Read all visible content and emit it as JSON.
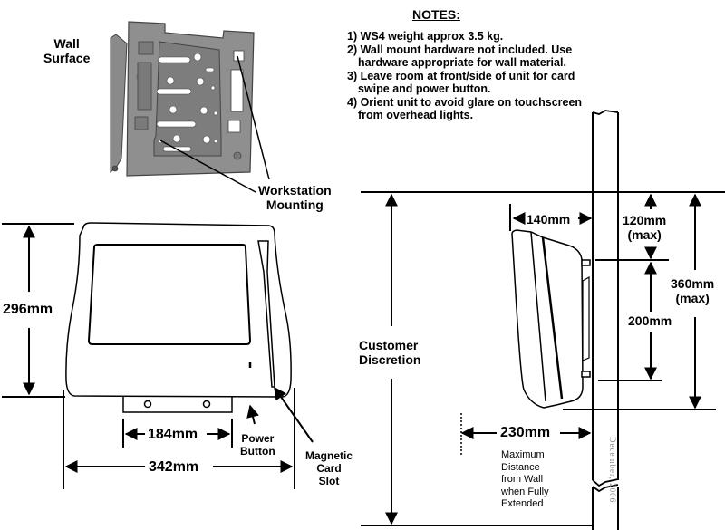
{
  "notes": {
    "title": "NOTES:",
    "items": [
      {
        "label": "1) WS4 weight approx 3.5 kg."
      },
      {
        "label": "2) Wall mount hardware not included. Use hardware appropriate for wall material."
      },
      {
        "label": "3) Leave room at front/side of unit for card swipe and power button."
      },
      {
        "label": "4) Orient unit to avoid glare on touchscreen from overhead lights."
      }
    ]
  },
  "bracket": {
    "wall_surface_label": "Wall\nSurface",
    "workstation_mounting_label": "Workstation\nMounting",
    "color_fill": "#8f8f8f",
    "color_face": "#7d7d7d"
  },
  "front_view": {
    "height_label": "296mm",
    "width_label": "342mm",
    "mount_width_label": "184mm",
    "power_button_label": "Power\nButton",
    "card_slot_label": "Magnetic\nCard\nSlot"
  },
  "side_view": {
    "depth_label": "140mm",
    "top_clearance_label": "120mm\n(max)",
    "mount_spacing_label": "200mm",
    "total_height_label": "360mm\n(max)",
    "customer_label": "Customer\nDiscretion",
    "extension_label": "230mm",
    "extension_note": "Maximum\nDistance\nfrom Wall\nwhen Fully\nExtended"
  },
  "footer": {
    "date": "December, 2006"
  }
}
